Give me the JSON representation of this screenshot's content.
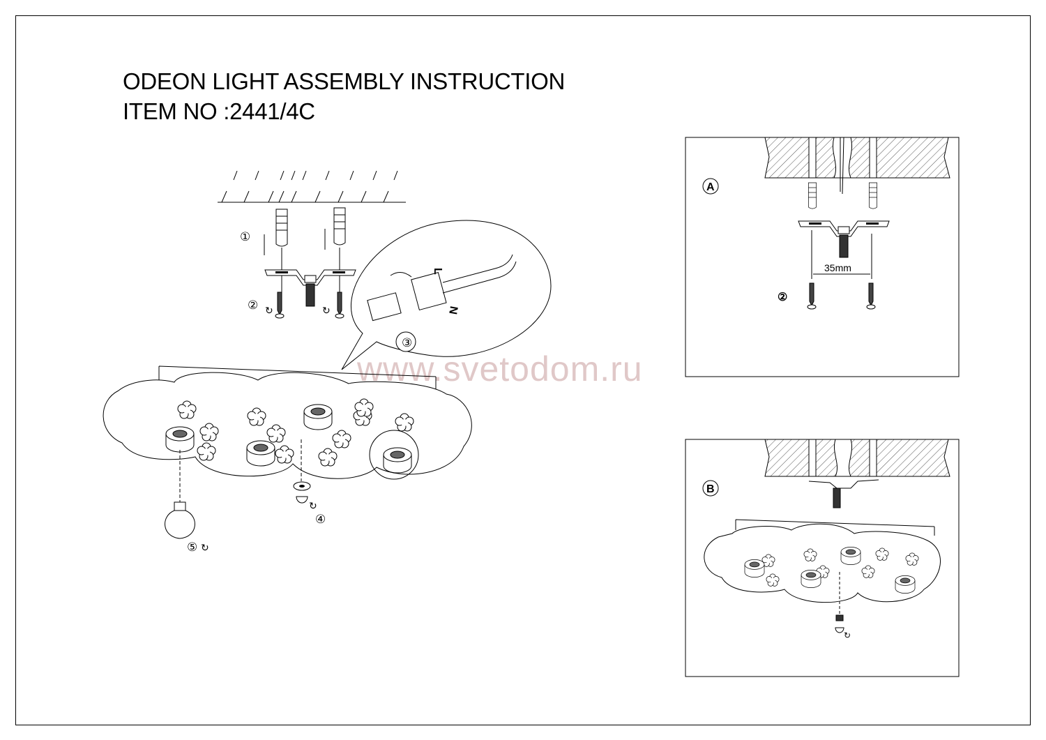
{
  "header": {
    "title": "ODEON LIGHT ASSEMBLY INSTRUCTION",
    "item_no": "ITEM NO :2441/4C"
  },
  "watermark": "www.svetodom.ru",
  "main_diagram": {
    "steps": [
      "①",
      "②",
      "③",
      "④",
      "⑤"
    ],
    "wire_labels": {
      "live": "L",
      "neutral": "N"
    }
  },
  "panel_a": {
    "label": "A",
    "step": "②",
    "dimension": "35mm"
  },
  "panel_b": {
    "label": "B"
  }
}
